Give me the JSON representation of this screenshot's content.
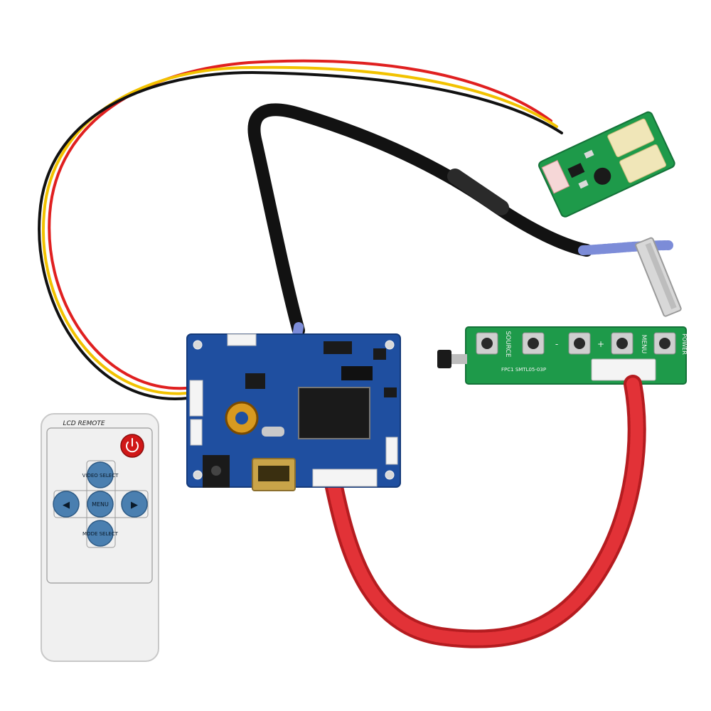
{
  "remote": {
    "title": "LCD REMOTE",
    "buttons": {
      "up": "VIDEO SELECT",
      "center": "MENU",
      "down": "MODE SELECT",
      "left": "◀",
      "right": "▶"
    },
    "power_icon": "power-icon"
  },
  "keypad": {
    "labels": {
      "source": "SOURCE",
      "menu": "MENU",
      "power": "POWER",
      "plus": "+",
      "minus": "-",
      "part": "FPC1 SMTL05-03P"
    }
  },
  "colors": {
    "driver_board": "#1f4fa0",
    "keypad_board": "#1e9a4a",
    "inverter_board": "#1e9a4a",
    "ribbon_red": "#d8262a",
    "wire_red": "#e02020",
    "wire_yellow": "#f2c200",
    "wire_black": "#111111"
  }
}
